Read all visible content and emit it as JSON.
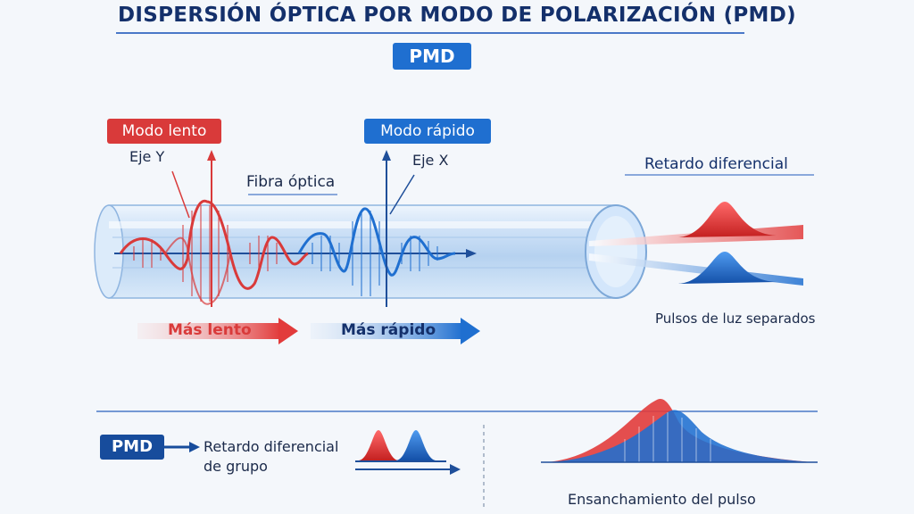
{
  "title": "DISPERSIÓN ÓPTICA POR MODO DE POLARIZACIÓN (PMD)",
  "badge": "PMD",
  "slow_mode": {
    "tag": "Modo lento",
    "axis": "Eje Y",
    "speed_label": "Más lento",
    "color": "#d93a3a"
  },
  "fast_mode": {
    "tag": "Modo rápido",
    "axis": "Eje X",
    "speed_label": "Más rápido",
    "color": "#1f6fd0"
  },
  "fiber_label": "Fibra óptica",
  "differential_delay_label": "Retardo diferencial",
  "separated_pulses_label": "Pulsos de luz separados",
  "bottom": {
    "pmd_label": "PMD",
    "dgd_label_line1": "Retardo diferencial",
    "dgd_label_line2": "de grupo",
    "broadening_label": "Ensanchamiento del pulso"
  }
}
